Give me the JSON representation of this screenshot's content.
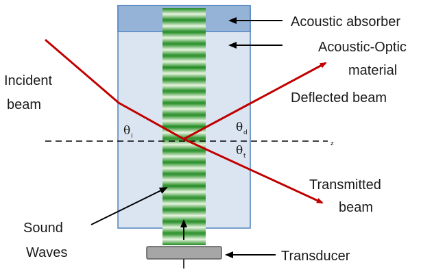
{
  "labels": {
    "absorber": "Acoustic absorber",
    "ao_line1": "Acoustic-Optic",
    "ao_line2": "material",
    "incident_line1": "Incident",
    "incident_line2": "beam",
    "deflected": "Deflected beam",
    "transmitted_line1": "Transmitted",
    "transmitted_line2": "beam",
    "sound_line1": "Sound",
    "sound_line2": "Waves",
    "transducer": "Transducer",
    "axis": "z"
  },
  "angles": {
    "incident_symbol": "θ",
    "incident_sub": "i",
    "deflected_symbol": "θ",
    "deflected_sub": "d",
    "transmitted_symbol": "θ",
    "transmitted_sub": "t"
  },
  "colors": {
    "material": "#dbe5f1",
    "absorber": "#95b3d7",
    "border": "#4f81bd",
    "beam": "#c00000",
    "wave_dark": "#1e8a1e",
    "wave_light": "#e8f5e0",
    "transducer": "#a6a6a6",
    "arrow": "#000000"
  }
}
